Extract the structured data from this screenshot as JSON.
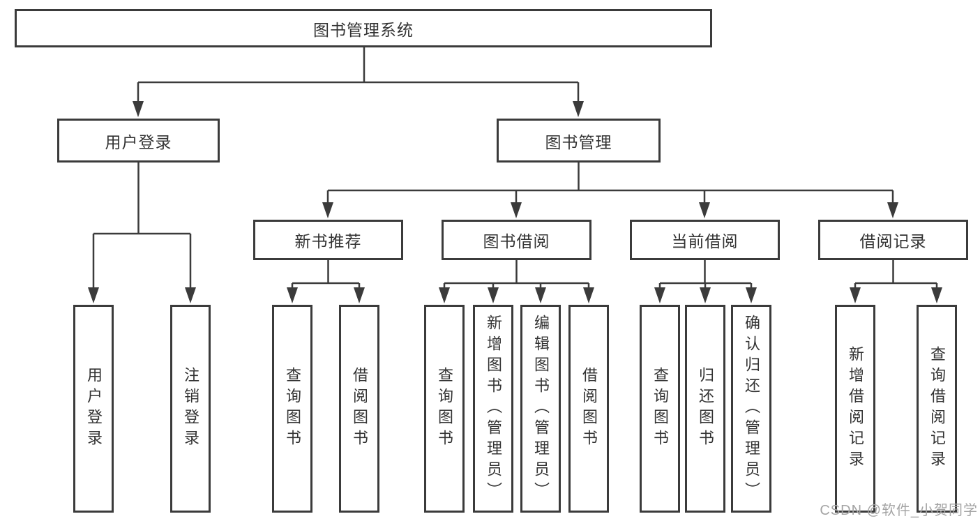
{
  "diagram": {
    "root": {
      "label": "图书管理系统"
    },
    "branches": [
      {
        "label": "用户登录",
        "children": [
          {
            "label": "用户登录"
          },
          {
            "label": "注销登录"
          }
        ]
      },
      {
        "label": "图书管理",
        "children": [
          {
            "label": "新书推荐",
            "children": [
              {
                "label": "查询图书"
              },
              {
                "label": "借阅图书"
              }
            ]
          },
          {
            "label": "图书借阅",
            "children": [
              {
                "label": "查询图书"
              },
              {
                "label": "新增图书（管理员）"
              },
              {
                "label": "编辑图书（管理员）"
              },
              {
                "label": "借阅图书"
              }
            ]
          },
          {
            "label": "当前借阅",
            "children": [
              {
                "label": "查询图书"
              },
              {
                "label": "归还图书"
              },
              {
                "label": "确认归还（管理员）"
              }
            ]
          },
          {
            "label": "借阅记录",
            "children": [
              {
                "label": "新增借阅记录"
              },
              {
                "label": "查询借阅记录"
              }
            ]
          }
        ]
      }
    ]
  },
  "watermark": {
    "text": "CSDN @软件_小贺同学"
  },
  "colors": {
    "line": "#3b3b3b",
    "text": "#333333",
    "watermark": "#a4a4a4",
    "background": "#ffffff"
  }
}
